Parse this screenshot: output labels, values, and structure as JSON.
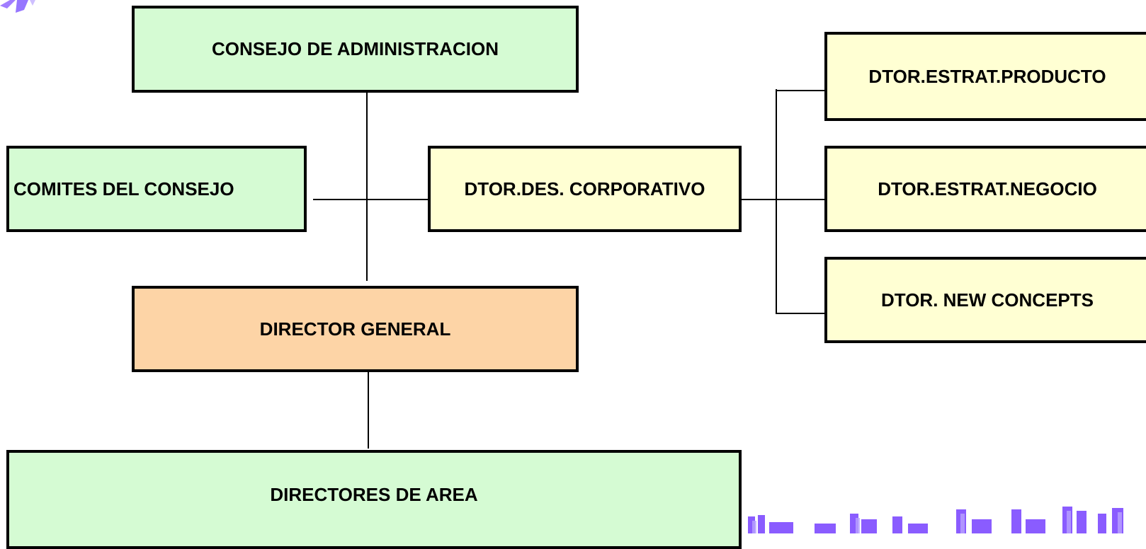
{
  "nodes": {
    "consejo": "CONSEJO DE ADMINISTRACION",
    "comites": "COMITES DEL CONSEJO",
    "corporativo": "DTOR.DES. CORPORATIVO",
    "producto": "DTOR.ESTRAT.PRODUCTO",
    "negocio": "DTOR.ESTRAT.NEGOCIO",
    "new_concepts": "DTOR. NEW CONCEPTS",
    "director_general": "DIRECTOR GENERAL",
    "directores_area": "DIRECTORES DE AREA"
  },
  "colors": {
    "board": "#d5fbd3",
    "staff": "#ffffd3",
    "general": "#fdd4a6",
    "decor": "#8a5cff"
  }
}
